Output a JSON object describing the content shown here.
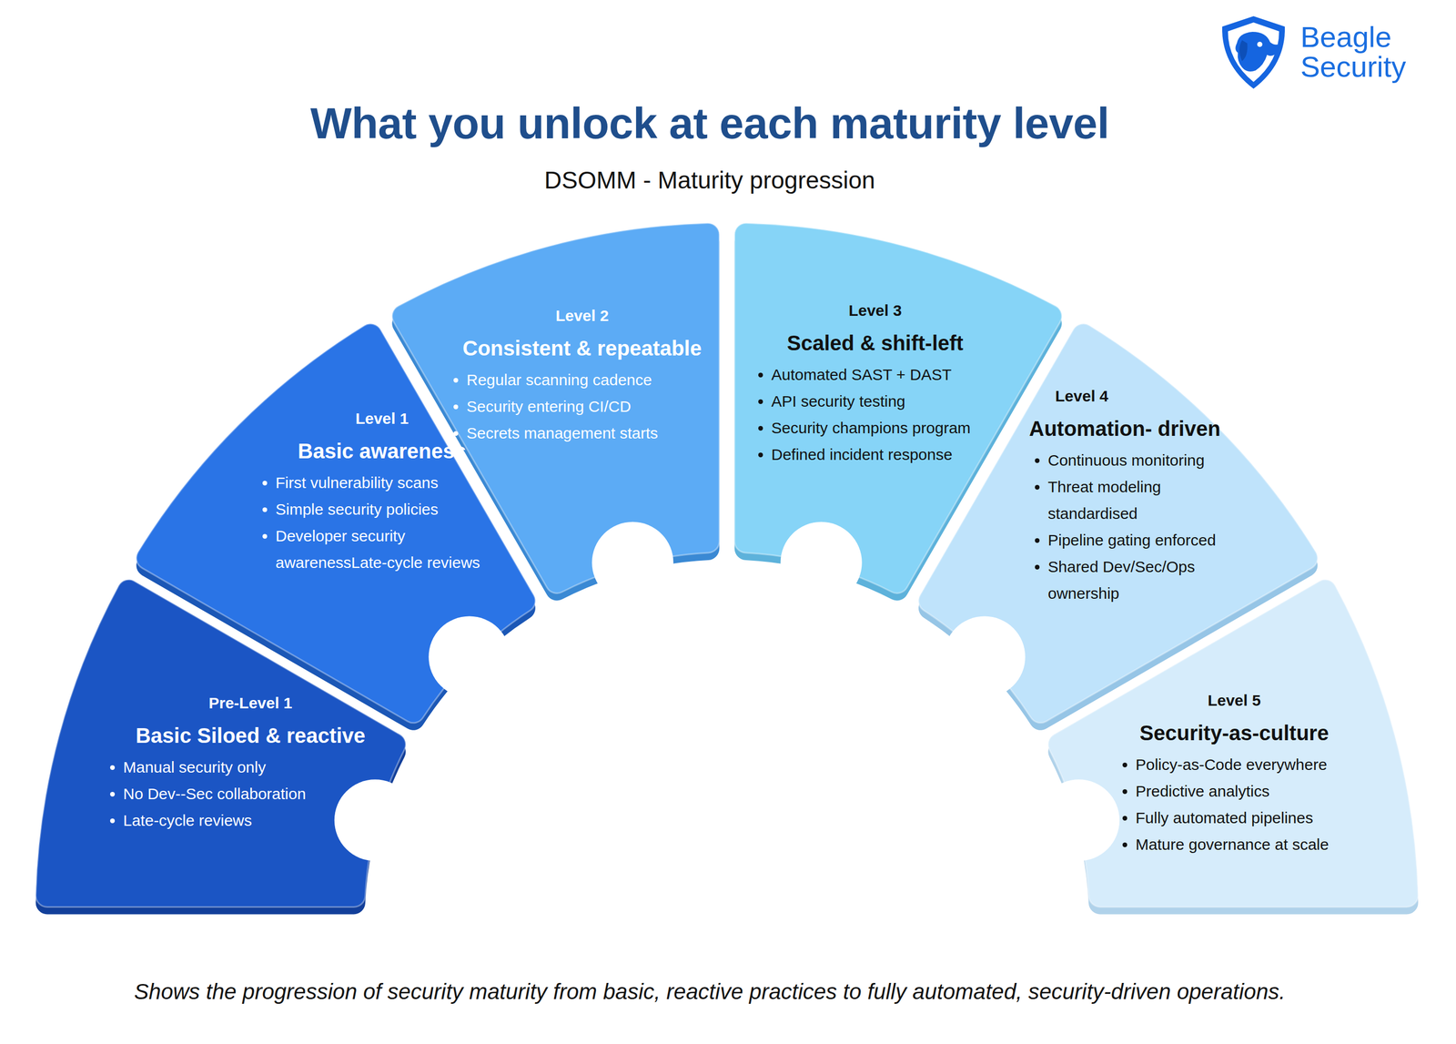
{
  "diagram": {
    "title": "What you unlock at each maturity level",
    "caption": "Shows the progression of security maturity from basic, reactive practices to fully automated, security-driven operations.",
    "nodes": [
      {
        "text": [
          "Pre-Level 1",
          "Basic Siloed & reactive",
          "Manual security only",
          "No Dev--Sec collaboration",
          "Late-cycle reviews"
        ]
      },
      {
        "text": [
          "Level 1",
          "Basic awareness",
          "First vulnerability scans",
          "Simple security policies",
          "Developer security awarenessLate-cycle reviews"
        ]
      },
      {
        "text": [
          "Level 2",
          "Consistent & repeatable",
          "Regular scanning cadence",
          "Security entering CI/CD",
          "Secrets management starts"
        ]
      },
      {
        "text": [
          "Level 3",
          "Scaled & shift-left",
          "Automated SAST + DAST",
          "API security testing",
          "Security champions program",
          "Defined incident response"
        ]
      },
      {
        "text": [
          "Level 4",
          "Automation- driven",
          "Continuous monitoring",
          "Threat modeling standardised",
          "Pipeline gating enforced",
          "Shared Dev/Sec/Ops ownership"
        ]
      },
      {
        "text": [
          "Level 5",
          "Security-as-culture",
          "Policy-as-Code everywhere",
          "Predictive analytics",
          "Fully automated pipelines",
          "Mature governance at scale"
        ]
      }
    ],
    "labels": [
      "DSOMM - Maturity progression",
      "Beagle Security"
    ]
  }
}
